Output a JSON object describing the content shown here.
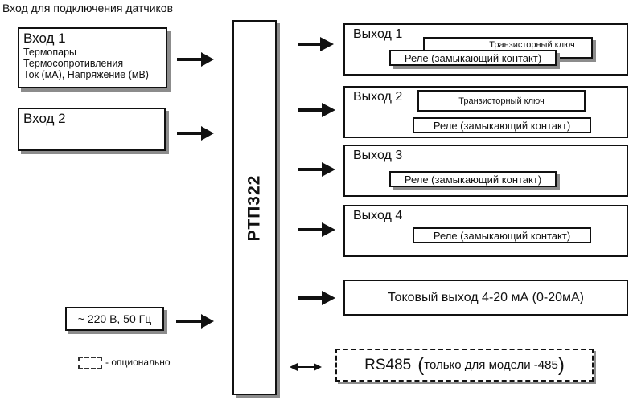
{
  "diagram": {
    "title": "Вход для подключения датчиков",
    "controller": {
      "label": "РТП322"
    },
    "inputs": [
      {
        "label": "Вход 1",
        "details": [
          "Термопары",
          "Термосопротивления",
          "Ток (мА), Напряжение (мВ)"
        ]
      },
      {
        "label": "Вход 2",
        "details": []
      }
    ],
    "power": {
      "label": "~ 220 В, 50 Гц"
    },
    "legend": {
      "label": "- опционально"
    },
    "outputs": [
      {
        "label": "Выход 1",
        "transistor": "Транзисторный ключ",
        "relay": "Реле (замыкающий контакт)"
      },
      {
        "label": "Выход 2",
        "transistor": "Транзисторный ключ",
        "relay": "Реле (замыкающий контакт)"
      },
      {
        "label": "Выход 3",
        "relay": "Реле (замыкающий контакт)"
      },
      {
        "label": "Выход 4",
        "relay": "Реле (замыкающий контакт)"
      }
    ],
    "current_output": {
      "label": "Токовый выход  4-20 мА (0-20мА)"
    },
    "rs485": {
      "main": "RS485",
      "paren_open": "(",
      "note": "только для модели -485",
      "paren_close": ")"
    }
  }
}
